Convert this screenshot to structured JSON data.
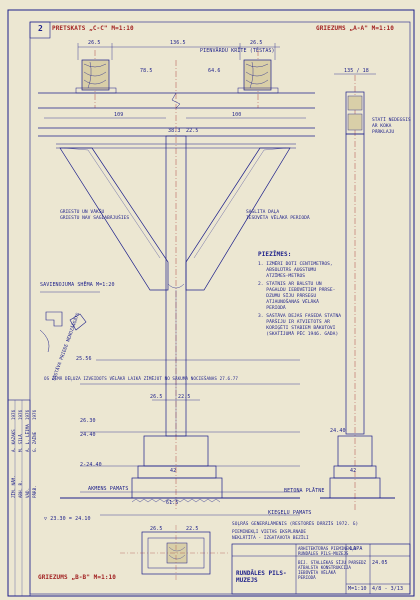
{
  "sheet": {
    "background": "#ece7d2",
    "ink_color": "#1c1f8a",
    "red_ink_color": "#a22222",
    "sheet_number": "2"
  },
  "titles": {
    "front_view": "PRETSKATS „C-C\" M=1:10",
    "section_a": "GRIEZUMS „A-A\" M=1:10",
    "section_b": "GRIEZUMS „B-B\" M=1:10",
    "connection": "SAVIENOJUMA SHĒMA M=1:20"
  },
  "dimensions": {
    "top_26_5_left": "26.5",
    "top_136_5": "136.5",
    "top_26_5_right": "26.5",
    "d_78_5": "78.5",
    "d_64_6": "64.6",
    "d_109": "109",
    "d_100": "100",
    "d_38_3": "38.3",
    "d_22_5_top": "22.5",
    "section_135_18": "135 / 18",
    "d_25_56": "25.56",
    "d_26_30": "26.30",
    "d_24_40": "24.40",
    "d_2_4_40": "2-24.40",
    "d_26_5_low": "26.5",
    "d_22_5_low": "22.5",
    "d_42": "42",
    "d_61_5": "61.5",
    "d_24_40_bot": "24.40",
    "d_23_30": "▽ 23.30 = 24.10",
    "d_42_sec": "42",
    "d_26_5_bot": "26.5",
    "d_22_5_bot": "22.5"
  },
  "labels": {
    "roof_beams": "PIENVĀRDU KRĪTE (TĒSTAS)",
    "scale_bar": "SAVIENOJUMA SHĒMA M=1:20",
    "glued_notes": "GRIESTU UN VĀKŠU\nGRIESTU NAV SAGLABĀJUŠIES",
    "bracket_note": "SASLITA DAĻA\nIESŪVĒTA VĒLĀKĀ PERIODĀ",
    "beam_section": "STATĪ NEDEGSIS\nAR KOKA\nPĀRKLAJU",
    "rot_note": "SASTĀVA PRIEDE\nNENOZĀĀGĀTS",
    "line1": "OS ZEMĀ DĒĻUZA IZVEIDOTS VĒLĀKĀ LAIKĀ ZĪMĒJOT NO SĀKUMA NOCIEŠANAS 27.6.77",
    "beam_plate": "BETONA PLĀTNE",
    "gravel": "ĶIEĢEĻU PAMATS",
    "ground1": "SOĻRĀS GENERĀLĀMENIS (RESTORĒS DĀRZĪS 1972. G)",
    "ground2": "PIEMINEKĻI VIETAS EKSPLĀNADE\nNEKLĀTĪTA - IZGATAVOTA BEZĪLI",
    "stone_base": "AKMENS PAMATS"
  },
  "notes": {
    "heading": "PIEZĪMES:",
    "n1": "1. IZMĒRI DOTI CENTIMETROS,\n   ABSOLŪTĀS AUGSTUMU\n   ATZĪMES-METROS",
    "n2": "2. STATNIS AR BALSTU UN\n   PAGALDU IEBŪVĒTIEM PĀRSE-\n   DZUMU SĪJU PĀRSEGU\n   ATJAUNOŠANAS VĒLĀKĀ\n   PERIODĀ",
    "n3": "3. SASTĀVA DEJAS FASEDA STATNA\n   PĀRŠIJU IR ATVIETOTS AR\n   KORIĢĒTI STABIEM BĀKUTOVI\n   (SKATĪJUMĀ PĒC 1946. GADA)"
  },
  "title_block": {
    "org": "ARHITEKTŪRAS PIEMINEKĻU\nRUNDĀLES PILS-MUZEJS",
    "object": "RUNDĀLES PILS-\nMUZEJS",
    "desc": "BIJ. STALLĒKAS SĪJU PARSEDZ\nATBALSTA KONSTRUKCIJA\nIEBŪVĒTA VĒLĀKĀ\nPERIODĀ",
    "sheet_label": "LAPA",
    "sheet_no": "24.05",
    "scale": "M=1:10",
    "code": "4/8 - 3/13",
    "signer_col": "ZĪM. NĀM.\nARH. R.\nVAD.\nPĀRB.",
    "signer_names": "A. KAZAKS\nM. SILĀ\nA. L. LĒIMA\nG. ZAĪNE",
    "date_col": "1976\n1976\n1976\n1976"
  }
}
